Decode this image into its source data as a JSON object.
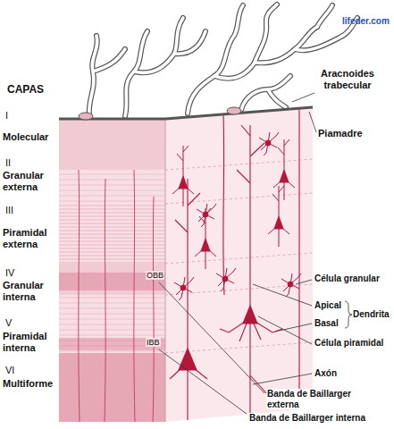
{
  "diagram": {
    "labels": [
      "lifeder.com",
      "CAPAS",
      "I",
      "Molecular",
      "II",
      "Granular externa",
      "III",
      "Piramidal externa",
      "IV",
      "Granular interna",
      "V",
      "Piramidal interna",
      "VI",
      "Multiforme",
      "Aracnoides trabecular",
      "Piamadre",
      "Célula granular",
      "Apical",
      "Basal",
      "Dendrita",
      "Célula piramidal",
      "Axón",
      "OBB",
      "IBB",
      "Banda de Baillarger externa",
      "Banda de Baillarger interna"
    ]
  }
}
